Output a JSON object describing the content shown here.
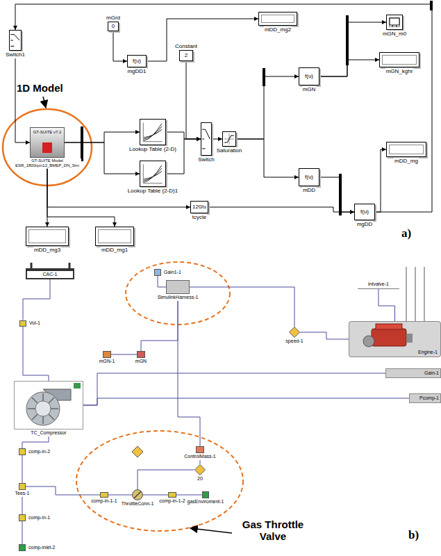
{
  "diagram": {
    "nodes": [
      {
        "text": [
          "GT-SUITE v7.2",
          "GT-SUITE Model ESR_1800rpm12_BMEP_DN_Sim"
        ]
      },
      {
        "text": [
          "Switch1"
        ]
      },
      {
        "text": [
          "mGrd",
          "0"
        ]
      },
      {
        "text": [
          "f(u)",
          "mgDD1"
        ]
      },
      {
        "text": [
          "Constant",
          "2"
        ]
      },
      {
        "text": [
          "mDD_mg2"
        ]
      },
      {
        "text": [
          "Lookup Table (2-D)"
        ]
      },
      {
        "text": [
          "Lookup Table (2-D)1"
        ]
      },
      {
        "text": [
          "Switch"
        ]
      },
      {
        "text": [
          "Saturation"
        ]
      },
      {
        "text": [
          "120/u",
          "tcycle"
        ]
      },
      {
        "text": [
          "f(u)",
          "mGN"
        ]
      },
      {
        "text": [
          "f(u)",
          "mDD"
        ]
      },
      {
        "text": [
          "f(u)",
          "mgDD"
        ]
      },
      {
        "text": [
          "mGN_m0"
        ]
      },
      {
        "text": [
          "mGN_kghr"
        ]
      },
      {
        "text": [
          "mDD_mg"
        ]
      },
      {
        "text": [
          "mDD_mg3"
        ]
      },
      {
        "text": [
          "mDD_mg1"
        ]
      },
      {
        "text": [
          "CAC-1"
        ]
      },
      {
        "text": [
          "Vol-1"
        ]
      },
      {
        "text": [
          "Gain1-1"
        ]
      },
      {
        "text": [
          "SimulinkHarness-1"
        ]
      },
      {
        "text": [
          "speed-1"
        ]
      },
      {
        "text": [
          "intvalve-1"
        ]
      },
      {
        "text": [
          "Engine-1"
        ]
      },
      {
        "text": [
          "mGN-1"
        ]
      },
      {
        "text": [
          "mGN"
        ]
      },
      {
        "text": [
          "Gain-1"
        ]
      },
      {
        "text": [
          "TC_Compressor"
        ]
      },
      {
        "text": [
          "Pcomp-1"
        ]
      },
      {
        "text": [
          "ControlMass-1"
        ]
      },
      {
        "text": [
          "20"
        ]
      },
      {
        "text": [
          "comp-in-2"
        ]
      },
      {
        "text": [
          "Tees-1"
        ]
      },
      {
        "text": [
          "comp-in-1"
        ]
      },
      {
        "text": [
          "comp-inlet-2"
        ]
      },
      {
        "text": [
          "comp-in-1-1"
        ]
      },
      {
        "text": [
          "ThrottleConn-1"
        ]
      },
      {
        "text": [
          "comp-in-1-2"
        ]
      },
      {
        "text": [
          "gasEnviroment-1"
        ]
      }
    ],
    "edges": [
      {
        "from": 1,
        "to": 0,
        "arrow": "to"
      },
      {
        "from": 0,
        "to": 6,
        "arrow": "to"
      },
      {
        "from": 0,
        "to": 7,
        "arrow": "to"
      },
      {
        "from": 0,
        "to": 17,
        "arrow": "to"
      },
      {
        "from": 0,
        "to": 18,
        "arrow": "to"
      },
      {
        "from": 0,
        "to": 10,
        "arrow": "to"
      },
      {
        "from": 6,
        "to": 8,
        "arrow": "to"
      },
      {
        "from": 7,
        "to": 8,
        "arrow": "to"
      },
      {
        "from": 4,
        "to": 8,
        "arrow": "to"
      },
      {
        "from": 8,
        "to": 9,
        "arrow": "to"
      },
      {
        "from": 9,
        "to": 11,
        "arrow": "to"
      },
      {
        "from": 9,
        "to": 12,
        "arrow": "to"
      },
      {
        "from": 10,
        "to": 13,
        "arrow": "to"
      },
      {
        "from": 12,
        "to": 13,
        "arrow": "to"
      },
      {
        "from": 11,
        "to": 14,
        "arrow": "to"
      },
      {
        "from": 11,
        "to": 15,
        "arrow": "to"
      },
      {
        "from": 13,
        "to": 16,
        "arrow": "to"
      },
      {
        "from": 2,
        "to": 3,
        "arrow": "to"
      },
      {
        "from": 3,
        "to": 5,
        "arrow": "to"
      },
      {
        "from": 13,
        "to": 1,
        "arrow": "to"
      },
      {
        "from": 19,
        "to": 20,
        "arrow": "none"
      },
      {
        "from": 20,
        "to": 29,
        "arrow": "none"
      },
      {
        "from": 29,
        "to": 33,
        "arrow": "none"
      },
      {
        "from": 33,
        "to": 34,
        "arrow": "none"
      },
      {
        "from": 34,
        "to": 35,
        "arrow": "none"
      },
      {
        "from": 35,
        "to": 36,
        "arrow": "none"
      },
      {
        "from": 34,
        "to": 37,
        "arrow": "none"
      },
      {
        "from": 37,
        "to": 38,
        "arrow": "none"
      },
      {
        "from": 38,
        "to": 39,
        "arrow": "none"
      },
      {
        "from": 39,
        "to": 40,
        "arrow": "none"
      },
      {
        "from": 21,
        "to": 22,
        "arrow": "none"
      },
      {
        "from": 22,
        "to": 23,
        "arrow": "none"
      },
      {
        "from": 23,
        "to": 25,
        "arrow": "none"
      },
      {
        "from": 24,
        "to": 25,
        "arrow": "none"
      },
      {
        "from": 22,
        "to": 27,
        "arrow": "none"
      },
      {
        "from": 26,
        "to": 27,
        "arrow": "none"
      },
      {
        "from": 22,
        "to": 31,
        "arrow": "none"
      },
      {
        "from": 29,
        "to": 28,
        "arrow": "none"
      },
      {
        "from": 29,
        "to": 30,
        "arrow": "none"
      },
      {
        "from": 31,
        "to": 32,
        "arrow": "none"
      },
      {
        "from": 32,
        "to": 38,
        "arrow": "none"
      }
    ],
    "labels": [
      "1D Model",
      "a)",
      "Gas Throttle Valve",
      "b)"
    ]
  }
}
